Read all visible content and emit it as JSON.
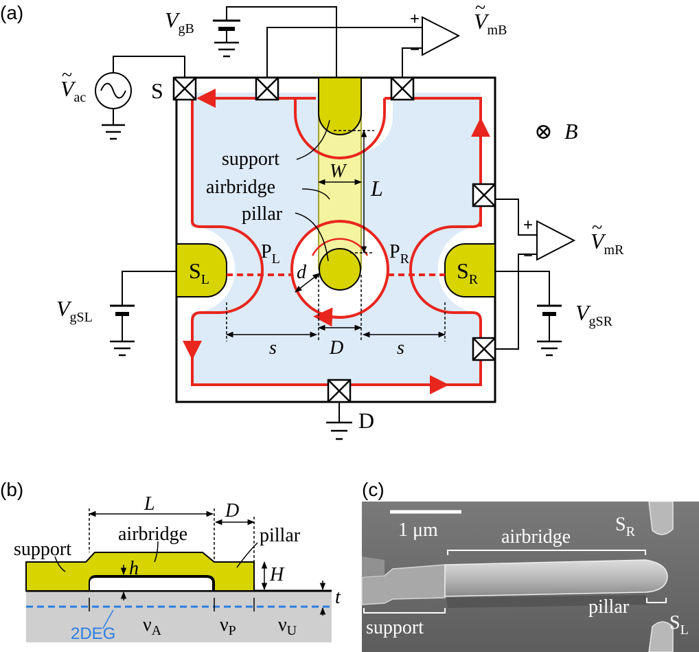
{
  "panels": {
    "a": {
      "label": "(a)"
    },
    "b": {
      "label": "(b)"
    },
    "c": {
      "label": "(c)"
    }
  },
  "a": {
    "vgb": {
      "main": "V",
      "sub": "gB"
    },
    "vmb": {
      "tilde": "~",
      "main": "V",
      "sub": "mB"
    },
    "vac": {
      "tilde": "~",
      "main": "V",
      "sub": "ac"
    },
    "vmr": {
      "tilde": "~",
      "main": "V",
      "sub": "mR"
    },
    "vgsl": {
      "main": "V",
      "sub": "gSL"
    },
    "vgsr": {
      "main": "V",
      "sub": "gSR"
    },
    "s_contact": "S",
    "d_contact": "D",
    "b_field": "B",
    "b_field_symbol": "⊗",
    "gate_left": {
      "main": "S",
      "sub": "L"
    },
    "gate_right": {
      "main": "S",
      "sub": "R"
    },
    "pl": {
      "main": "P",
      "sub": "L"
    },
    "pr": {
      "main": "P",
      "sub": "R"
    },
    "support": "support",
    "airbridge": "airbridge",
    "pillar": "pillar",
    "W": "W",
    "L": "L",
    "d": "d",
    "D": "D",
    "s_left": "s",
    "s_right": "s",
    "plus_top": "+",
    "minus_top": "−",
    "plus_right": "+",
    "minus_right": "−"
  },
  "b": {
    "L": "L",
    "D": "D",
    "support": "support",
    "airbridge": "airbridge",
    "pillar": "pillar",
    "h": "h",
    "H": "H",
    "t": "t",
    "twodeg": "2DEG",
    "nu_a": {
      "main": "ν",
      "sub": "A"
    },
    "nu_p": {
      "main": "ν",
      "sub": "P"
    },
    "nu_u": {
      "main": "ν",
      "sub": "U"
    }
  },
  "c": {
    "scale": "1 μm",
    "airbridge": "airbridge",
    "support": "support",
    "pillar": "pillar",
    "sr": {
      "main": "S",
      "sub": "R"
    },
    "sl": {
      "main": "S",
      "sub": "L"
    }
  },
  "colors": {
    "gold": "#d7d400",
    "lightgold": "#f4f3a0",
    "mesa": "#ddeaf8",
    "edge": "#e8261d",
    "twodeg": "#2a7de1",
    "substrate": "#cfcfcf",
    "sem": "#6f6f6f"
  }
}
